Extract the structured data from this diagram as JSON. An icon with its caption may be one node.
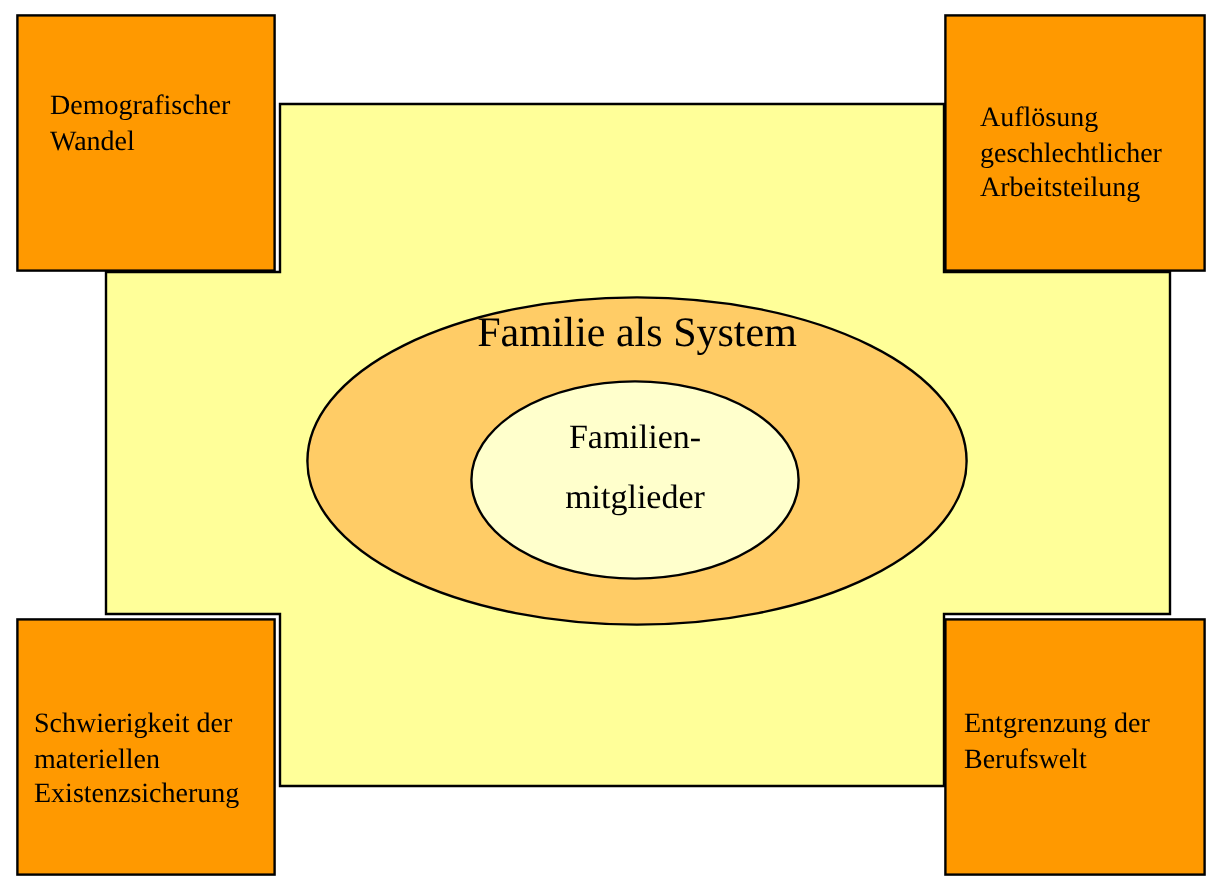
{
  "diagram": {
    "nodes": [
      {
        "text": [],
        "shape": "cross"
      },
      {
        "text": [
          "Demografischer Wandel"
        ]
      },
      {
        "text": [
          "Auflösung geschlechtlicher Arbeitsteilung"
        ]
      },
      {
        "text": [
          "Familie als System"
        ],
        "in": 0
      },
      {
        "text": [
          "Familien- mitglieder"
        ],
        "in": 3
      },
      {
        "text": [
          "Schwierigkeit der materiellen Existenzsicherung"
        ]
      },
      {
        "text": [
          "Entgrenzung der Berufswelt"
        ]
      }
    ],
    "edges": []
  }
}
